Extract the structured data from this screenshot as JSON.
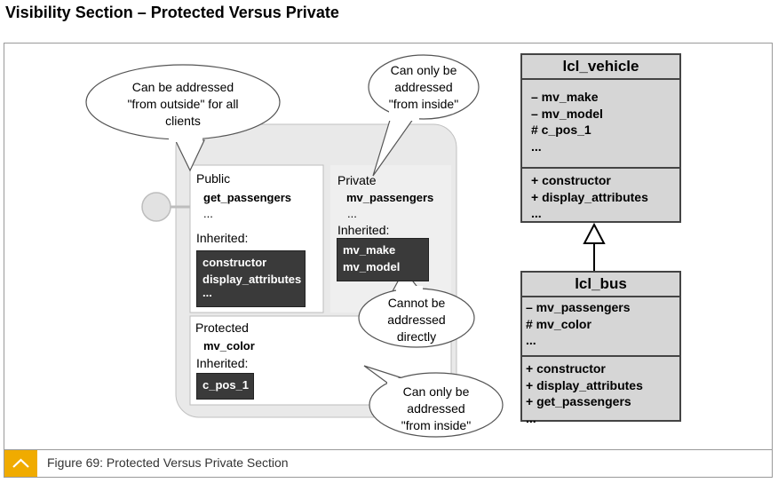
{
  "page_title": "Visibility Section – Protected Versus Private",
  "caption": "Figure 69: Protected Versus Private Section",
  "public_section": {
    "title": "Public",
    "member": "get_passengers",
    "ellipsis": "...",
    "inherited_label": "Inherited:",
    "inherited_items": [
      "constructor",
      "display_attributes",
      "..."
    ]
  },
  "private_section": {
    "title": "Private",
    "member": "mv_passengers",
    "ellipsis": "...",
    "inherited_label": "Inherited:",
    "inherited_items": [
      "mv_make",
      "mv_model"
    ]
  },
  "protected_section": {
    "title": "Protected",
    "member": "mv_color",
    "inherited_label": "Inherited:",
    "inherited_items": [
      "c_pos_1"
    ]
  },
  "callouts": {
    "public_outside": [
      "Can be addressed",
      "\"from outside\" for all",
      "clients"
    ],
    "private_inside": [
      "Can only be",
      "addressed",
      "\"from inside\""
    ],
    "cannot_direct": [
      "Cannot be",
      "addressed",
      "directly"
    ],
    "protected_inside": [
      "Can only be",
      "addressed",
      "\"from inside\""
    ]
  },
  "lcl_vehicle": {
    "name": "lcl_vehicle",
    "attributes": [
      "– mv_make",
      "– mv_model",
      "# c_pos_1",
      "..."
    ],
    "methods": [
      "+ constructor",
      "+ display_attributes",
      "..."
    ]
  },
  "lcl_bus": {
    "name": "lcl_bus",
    "attributes": [
      "– mv_passengers",
      "# mv_color",
      "..."
    ],
    "methods": [
      "+ constructor",
      "+ display_attributes",
      "+ get_passengers",
      "..."
    ]
  }
}
